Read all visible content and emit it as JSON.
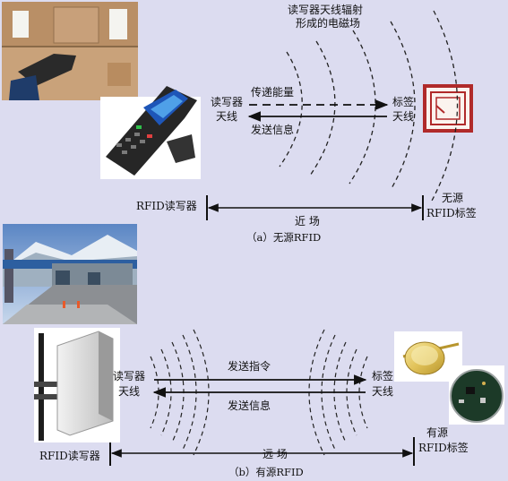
{
  "panel_a": {
    "field_title_line1": "读写器天线辐射",
    "field_title_line2": "形成的电磁场",
    "reader_antenna_line1": "读写器",
    "reader_antenna_line2": "天线",
    "tag_antenna_line1": "标签",
    "tag_antenna_line2": "天线",
    "arrow_top_label": "传递能量",
    "arrow_bottom_label": "发送信息",
    "reader_label": "RFID读写器",
    "range_label": "近    场",
    "tag_label_line1": "无源",
    "tag_label_line2": "RFID标签",
    "caption": "（a）无源RFID"
  },
  "panel_b": {
    "reader_antenna_line1": "读写器",
    "reader_antenna_line2": "天线",
    "tag_antenna_line1": "标签",
    "tag_antenna_line2": "天线",
    "arrow_top_label": "发送指令",
    "arrow_bottom_label": "发送信息",
    "reader_label": "RFID读写器",
    "range_label": "远    场",
    "tag_label_line1": "有源",
    "tag_label_line2": "RFID标签",
    "caption": "（b）有源RFID"
  },
  "colors": {
    "background": "#dcdcf0",
    "ink": "#111111",
    "tag_red": "#b02a2a"
  }
}
